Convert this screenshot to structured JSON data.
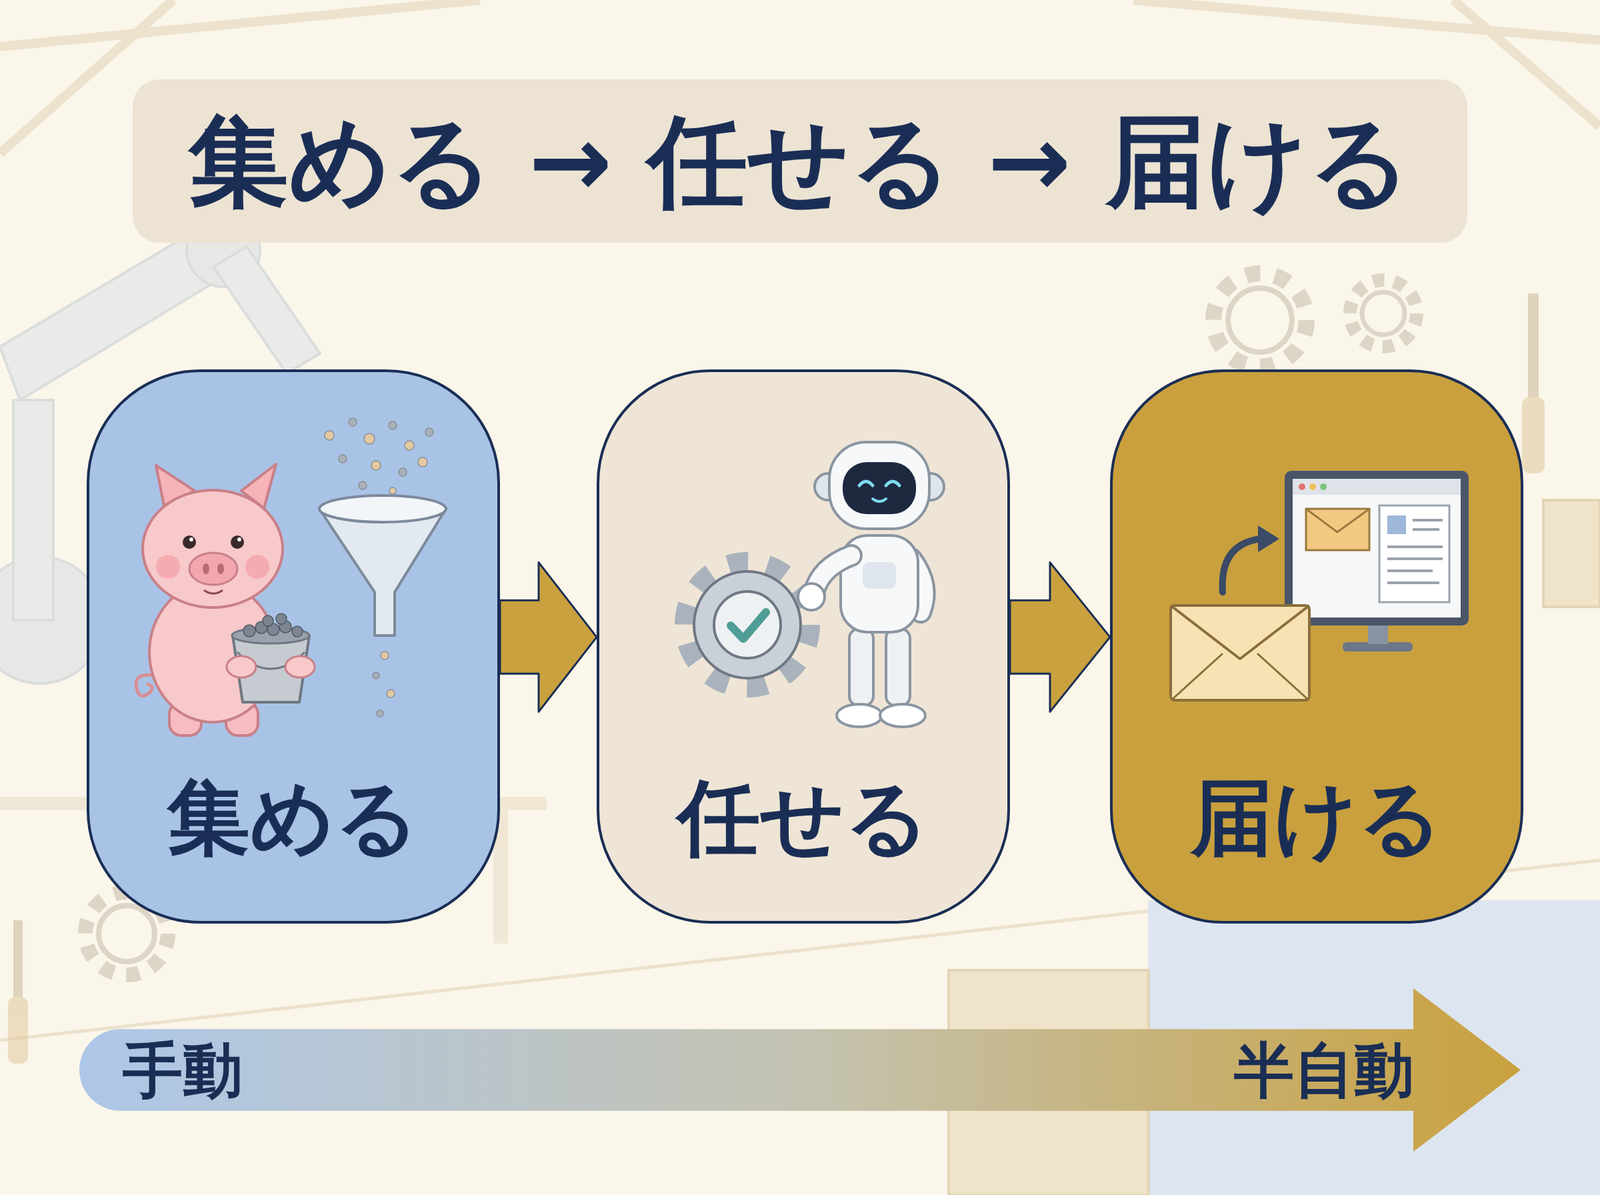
{
  "diagram": {
    "title": "集める → 任せる → 届ける",
    "nodes": [
      {
        "text": [
          "集める"
        ]
      },
      {
        "text": [
          "任せる"
        ]
      },
      {
        "text": [
          "届ける"
        ]
      },
      {
        "text": [
          "手動",
          "半自動"
        ]
      }
    ],
    "edges": [
      {
        "from": 0,
        "to": 1,
        "arrow": "to"
      },
      {
        "from": 1,
        "to": 2,
        "arrow": "to"
      }
    ]
  }
}
